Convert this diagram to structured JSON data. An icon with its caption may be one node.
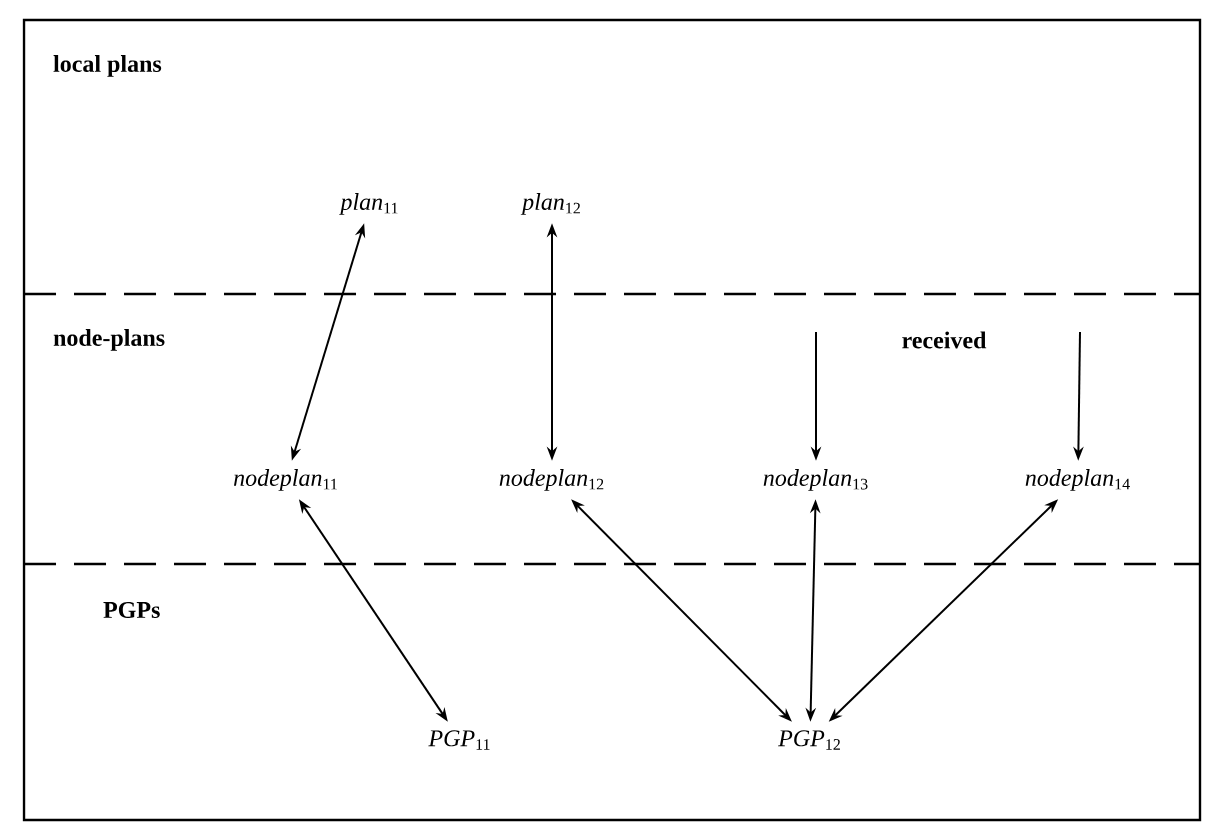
{
  "diagram": {
    "nodes": [
      {
        "text": [
          "*plan*$_{11}$"
        ]
      },
      {
        "text": [
          "*plan*$_{12}$"
        ]
      },
      {
        "text": [
          "*nodeplan*$_{11}$"
        ]
      },
      {
        "text": [
          "*nodeplan*$_{12}$"
        ]
      },
      {
        "text": [
          "*nodeplan*$_{13}$"
        ]
      },
      {
        "text": [
          "*nodeplan*$_{14}$"
        ]
      },
      {
        "text": [
          "*PGP*$_{11}$"
        ]
      },
      {
        "text": [
          "*PGP*$_{12}$"
        ]
      }
    ],
    "edges": [
      {
        "from": 0,
        "to": 2,
        "arrow": "both"
      },
      {
        "from": 1,
        "to": 3,
        "arrow": "both"
      },
      {
        "from": null,
        "to": 4,
        "arrow": "to"
      },
      {
        "from": null,
        "to": 5,
        "arrow": "to"
      },
      {
        "from": 2,
        "to": 6,
        "arrow": "both"
      },
      {
        "from": 3,
        "to": 7,
        "arrow": "both"
      },
      {
        "from": 4,
        "to": 7,
        "arrow": "both"
      },
      {
        "from": 5,
        "to": 7,
        "arrow": "both"
      }
    ],
    "labels": [
      "local plans",
      "node-plans",
      "received",
      "PGPs"
    ]
  }
}
